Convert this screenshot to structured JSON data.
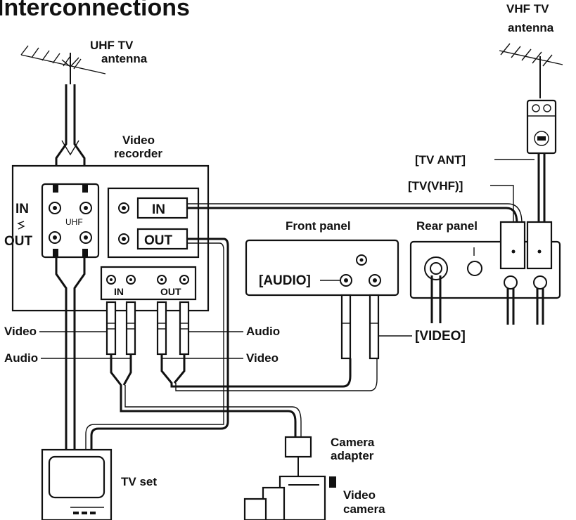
{
  "title": "Interconnections",
  "labels": {
    "uhf_antenna": [
      "UHF TV",
      "antenna"
    ],
    "vhf_antenna": [
      "VHF TV",
      "antenna"
    ],
    "video_recorder": [
      "Video",
      "recorder"
    ],
    "tv_ant": "[TV ANT]",
    "tv_vhf": "[TV(VHF)]",
    "in_left": "IN",
    "out_left": "OUT",
    "uhf": "UHF",
    "in_block": "IN",
    "out_block": "OUT",
    "front_panel": "Front panel",
    "rear_panel": "Rear panel",
    "audio_jack": "[AUDIO]",
    "video_jack": "[VIDEO]",
    "jack_in": "IN",
    "jack_out": "OUT",
    "video_left": "Video",
    "audio_left": "Audio",
    "audio_right": "Audio",
    "video_right": "Video",
    "camera_adapter": [
      "Camera",
      "adapter"
    ],
    "tv_set": "TV set",
    "video_camera": [
      "Video",
      "camera"
    ]
  }
}
